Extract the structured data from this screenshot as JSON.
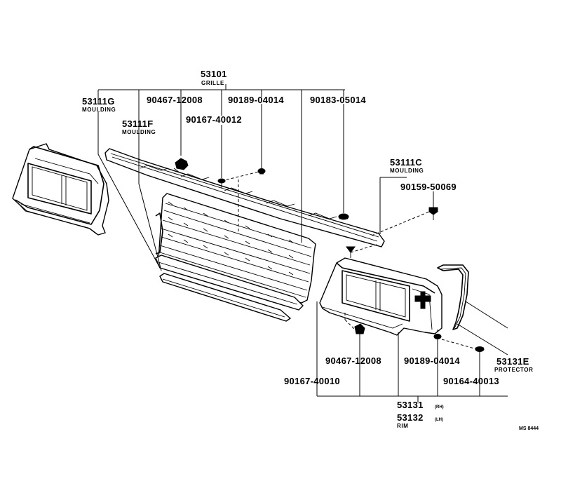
{
  "diagram": {
    "code": "MS 8444",
    "parts": {
      "grille": {
        "number": "53101",
        "name": "GRILLE"
      },
      "moulding_g": {
        "number": "53111G",
        "name": "MOULDING"
      },
      "moulding_f": {
        "number": "53111F",
        "name": "MOULDING"
      },
      "moulding_c": {
        "number": "53111C",
        "name": "MOULDING"
      },
      "clip_top": "90467-12008",
      "nut_top": "90189-04014",
      "clip_upper_right": "90183-05014",
      "screw_top": "90167-40012",
      "screw_moulding": "90159-50069",
      "clip_lower": "90467-12008",
      "nut_lower": "90189-04014",
      "screw_lower": "90167-40010",
      "screw_rim": "90164-40013",
      "protector": {
        "number": "53131E",
        "name": "PROTECTOR"
      },
      "rim": {
        "number_rh": "53131",
        "side_rh": "(RH)",
        "number_lh": "53132",
        "side_lh": "(LH)",
        "name": "RIM"
      }
    }
  }
}
